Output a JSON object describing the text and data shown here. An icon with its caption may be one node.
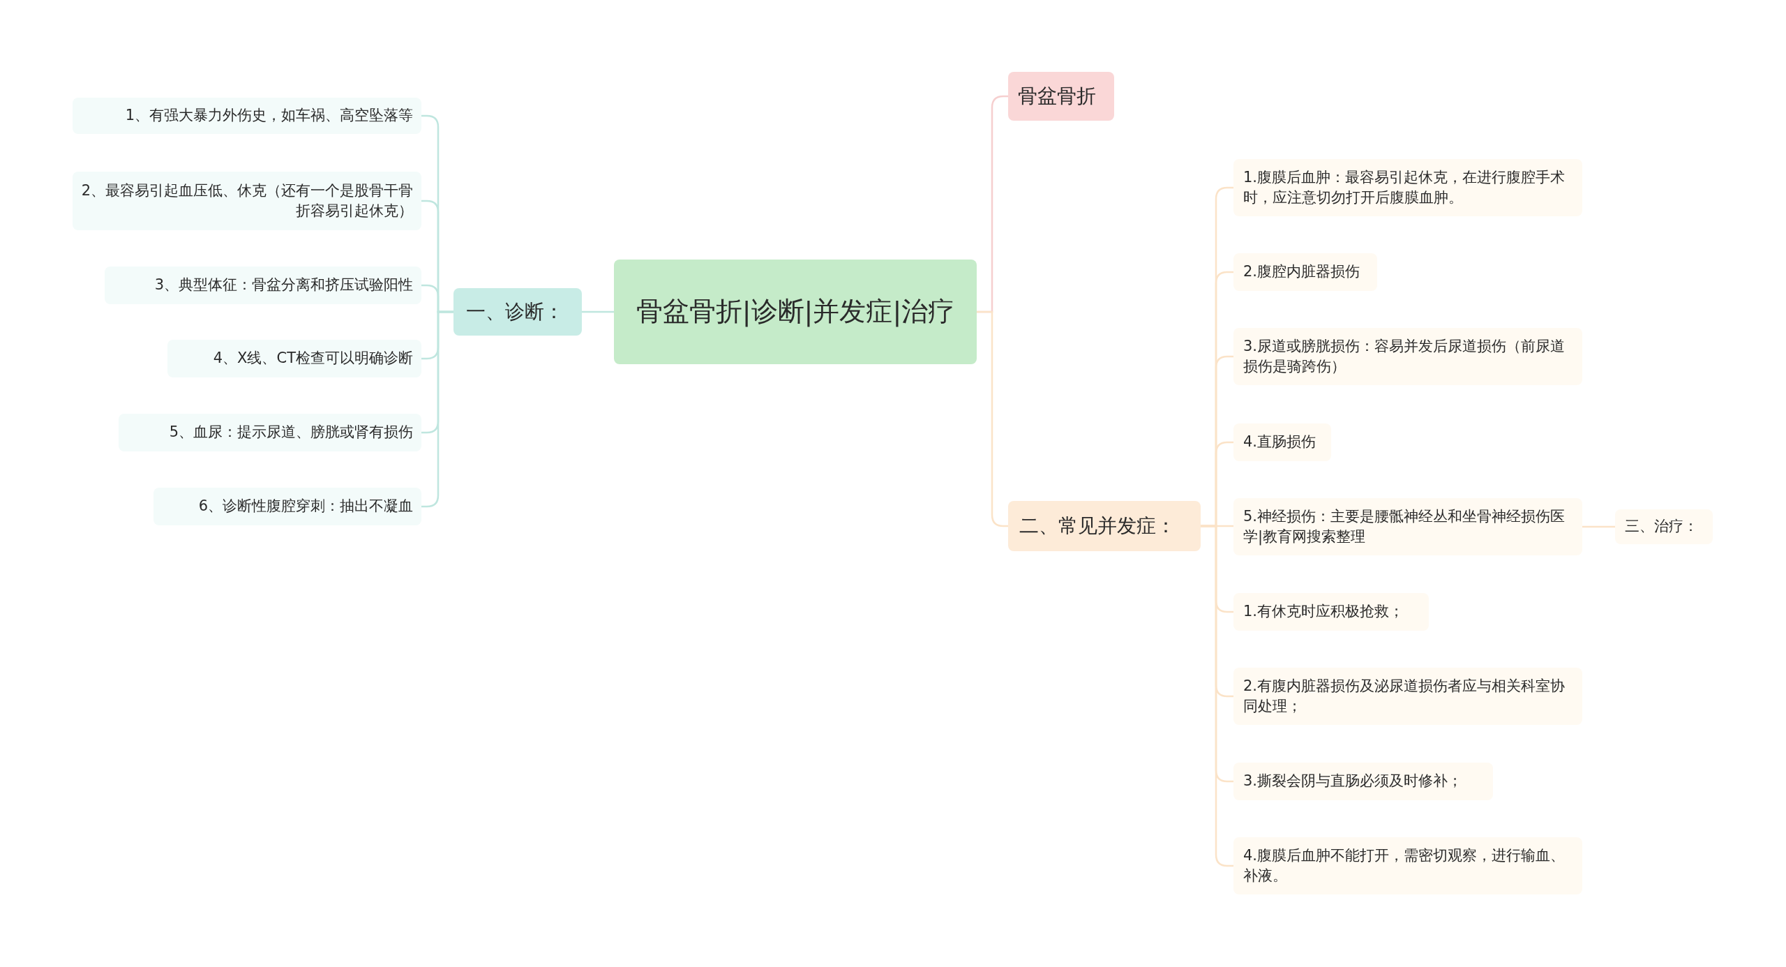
{
  "diagram": {
    "nodes": [
      {
        "text": [
          "骨盆骨折|诊断|并发症|治疗"
        ]
      },
      {
        "text": [
          "一、诊断："
        ]
      },
      {
        "text": [
          "1、有强大暴力外伤史，如车祸、高空坠落等"
        ]
      },
      {
        "text": [
          "2、最容易引起血压低、休克（还有一个是股骨干骨折容易引起休克）"
        ]
      },
      {
        "text": [
          "3、典型体征：骨盆分离和挤压试验阳性"
        ]
      },
      {
        "text": [
          "4、X线、CT检查可以明确诊断"
        ]
      },
      {
        "text": [
          "5、血尿：提示尿道、膀胱或肾有损伤"
        ]
      },
      {
        "text": [
          "6、诊断性腹腔穿刺：抽出不凝血"
        ]
      },
      {
        "text": [
          "骨盆骨折"
        ]
      },
      {
        "text": [
          "二、常见并发症："
        ]
      },
      {
        "text": [
          "1.腹膜后血肿：最容易引起休克，在进行腹腔手术时，应注意切勿打开后腹膜血肿。"
        ]
      },
      {
        "text": [
          "2.腹腔内脏器损伤"
        ]
      },
      {
        "text": [
          "3.尿道或膀胱损伤：容易并发后尿道损伤（前尿道损伤是骑跨伤）"
        ]
      },
      {
        "text": [
          "4.直肠损伤"
        ]
      },
      {
        "text": [
          "5.神经损伤：主要是腰骶神经丛和坐骨神经损伤医学|教育网搜索整理"
        ]
      },
      {
        "text": [
          "1.有休克时应积极抢救；"
        ]
      },
      {
        "text": [
          "2.有腹内脏器损伤及泌尿道损伤者应与相关科室协同处理；"
        ]
      },
      {
        "text": [
          "3.撕裂会阴与直肠必须及时修补；"
        ]
      },
      {
        "text": [
          "4.腹膜后血肿不能打开，需密切观察，进行输血、补液。"
        ]
      },
      {
        "text": [
          "三、治疗："
        ]
      }
    ],
    "edges": [
      {
        "from": 0,
        "to": 1,
        "arrow": "none",
        "color": "#bfe6df"
      },
      {
        "from": 1,
        "to": 2,
        "arrow": "none",
        "color": "#bfe6df"
      },
      {
        "from": 1,
        "to": 3,
        "arrow": "none",
        "color": "#bfe6df"
      },
      {
        "from": 1,
        "to": 4,
        "arrow": "none",
        "color": "#bfe6df"
      },
      {
        "from": 1,
        "to": 5,
        "arrow": "none",
        "color": "#bfe6df"
      },
      {
        "from": 1,
        "to": 6,
        "arrow": "none",
        "color": "#bfe6df"
      },
      {
        "from": 1,
        "to": 7,
        "arrow": "none",
        "color": "#bfe6df"
      },
      {
        "from": 0,
        "to": 8,
        "arrow": "none",
        "color": "#f6cfcf"
      },
      {
        "from": 0,
        "to": 9,
        "arrow": "none"
      },
      {
        "from": 9,
        "to": 10,
        "arrow": "none"
      },
      {
        "from": 9,
        "to": 11,
        "arrow": "none"
      },
      {
        "from": 9,
        "to": 12,
        "arrow": "none"
      },
      {
        "from": 9,
        "to": 13,
        "arrow": "none"
      },
      {
        "from": 9,
        "to": 14,
        "arrow": "none"
      },
      {
        "from": 9,
        "to": 15,
        "arrow": "none"
      },
      {
        "from": 9,
        "to": 16,
        "arrow": "none"
      },
      {
        "from": 9,
        "to": 17,
        "arrow": "none"
      },
      {
        "from": 9,
        "to": 18,
        "arrow": "none"
      },
      {
        "from": 14,
        "to": 19,
        "arrow": "none"
      }
    ]
  }
}
